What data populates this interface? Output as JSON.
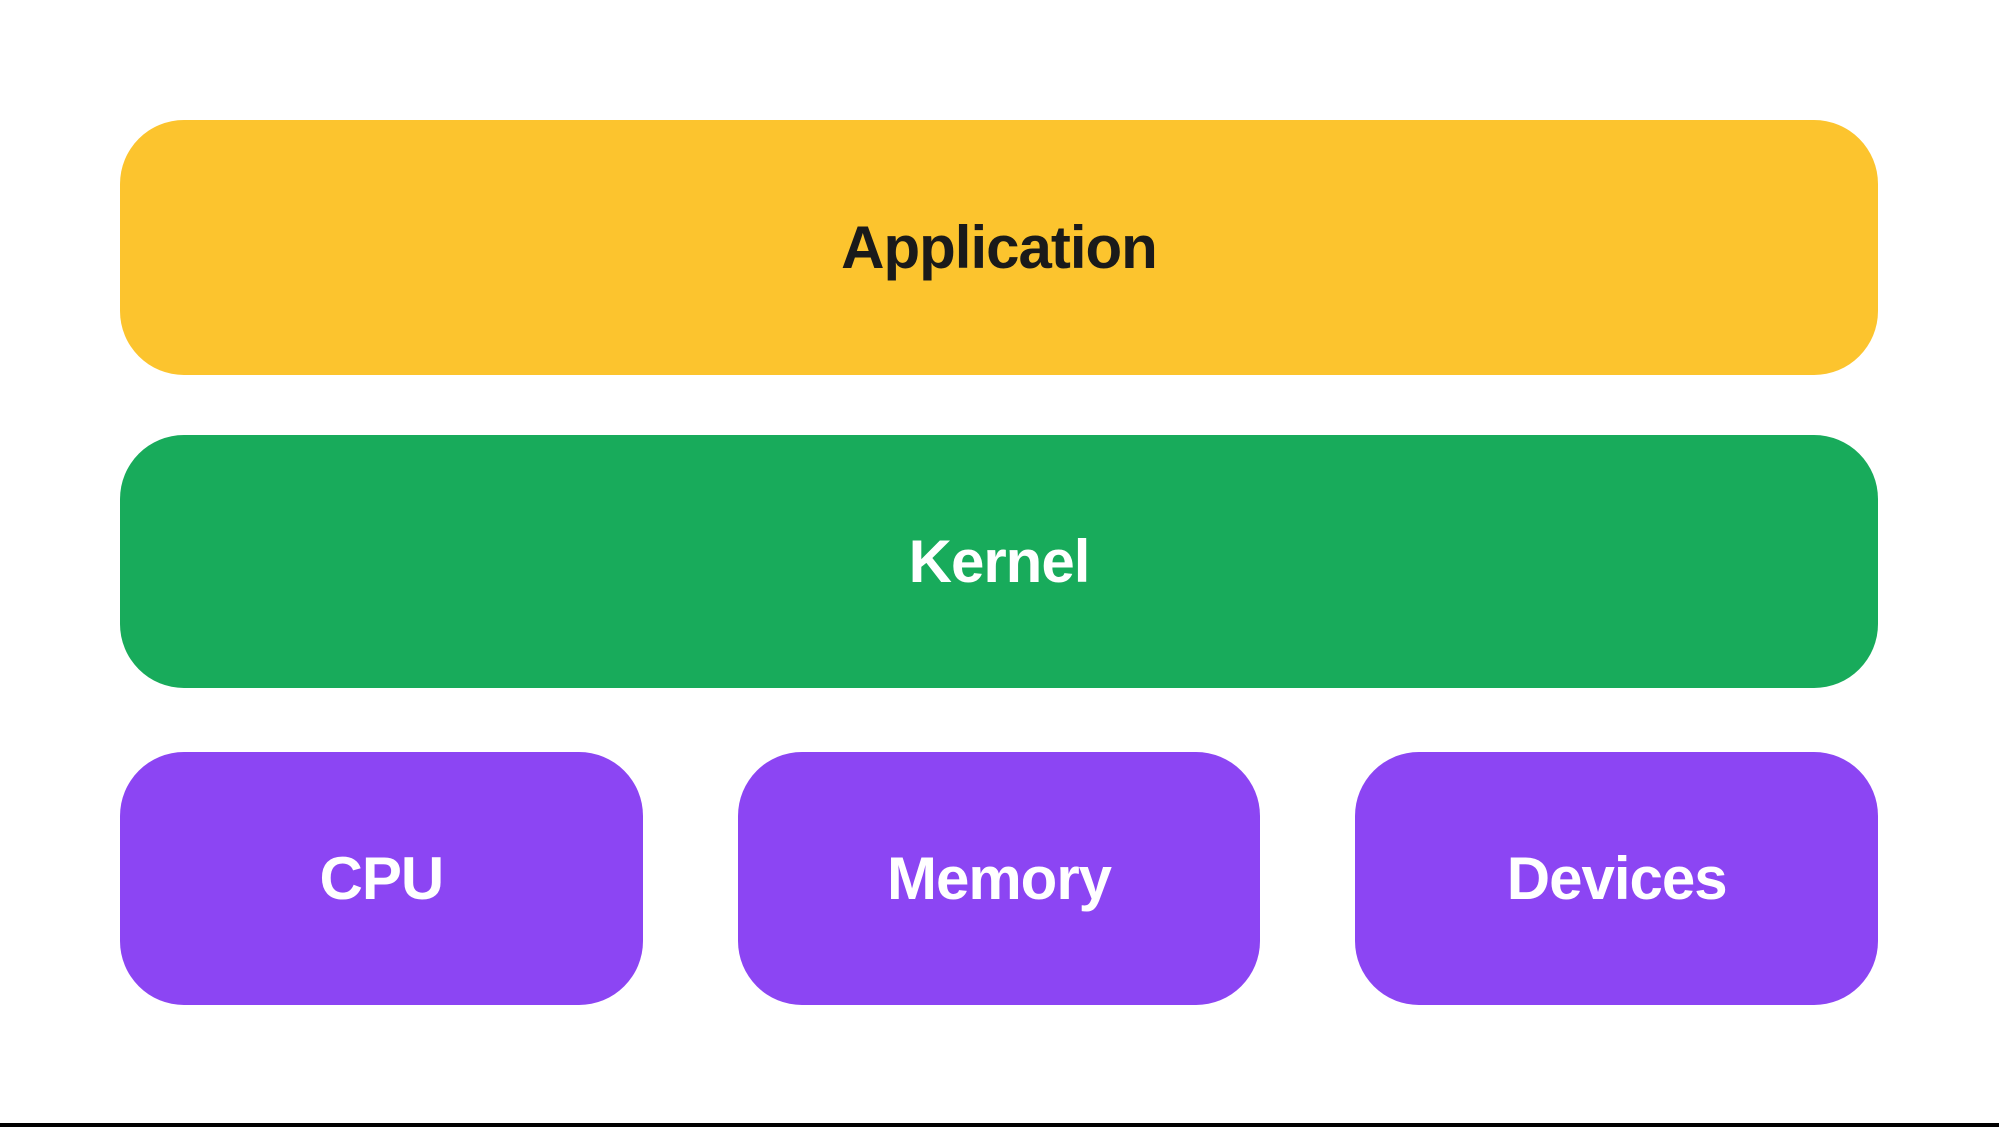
{
  "page": {
    "background": "#FFFFFF",
    "bottom_rule_color": "#000000"
  },
  "layers": {
    "application": {
      "label": "Application",
      "bg": "#FCC42E",
      "text": "#1A1A1A"
    },
    "kernel": {
      "label": "Kernel",
      "bg": "#18AB5B",
      "text": "#FFFFFF"
    },
    "hardware": {
      "bg": "#8C45F3",
      "text": "#FFFFFF",
      "items": [
        {
          "label": "CPU"
        },
        {
          "label": "Memory"
        },
        {
          "label": "Devices"
        }
      ]
    }
  }
}
